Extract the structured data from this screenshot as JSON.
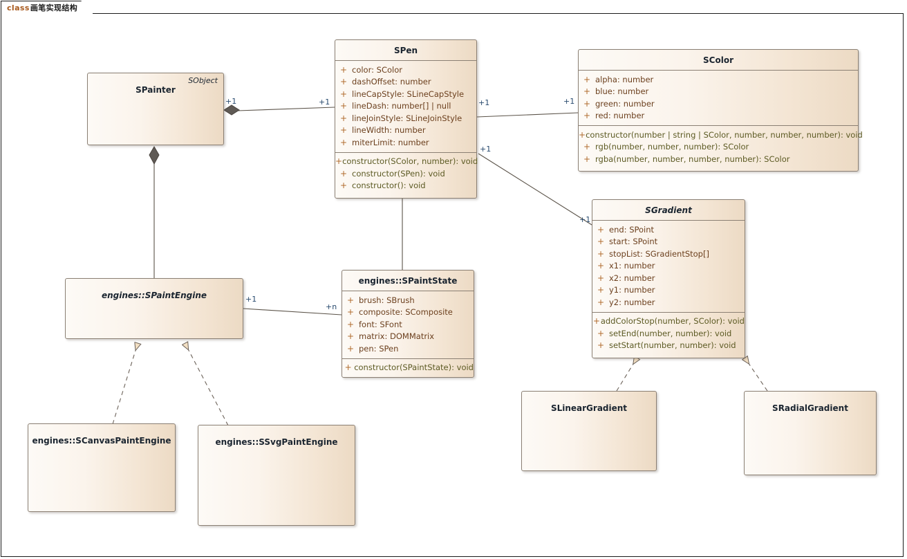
{
  "diagram": {
    "tab_keyword": "class",
    "tab_title": "画笔实现结构",
    "colors": {
      "box_fill_left": "#fdfaf6",
      "box_fill_right": "#ecdac4",
      "box_border": "#8a7f73",
      "attr_text": "#6b3f1d",
      "op_text": "#5c5a23",
      "visibility": "#b06a2c",
      "title_text": "#1b2530",
      "multiplicity": "#27496d",
      "connector": "#5a5248",
      "diamond_fill": "#5f5a55",
      "triangle_fill": "#f2dfc3"
    }
  },
  "classes": {
    "spainter": {
      "name": "SPainter",
      "stereotype": "SObject",
      "abstract": false,
      "attributes": [],
      "operations": []
    },
    "spen": {
      "name": "SPen",
      "abstract": false,
      "attributes": [
        {
          "vis": "+",
          "text": "color: SColor"
        },
        {
          "vis": "+",
          "text": "dashOffset: number"
        },
        {
          "vis": "+",
          "text": "lineCapStyle: SLineCapStyle"
        },
        {
          "vis": "+",
          "text": "lineDash: number[] | null"
        },
        {
          "vis": "+",
          "text": "lineJoinStyle: SLineJoinStyle"
        },
        {
          "vis": "+",
          "text": "lineWidth: number"
        },
        {
          "vis": "+",
          "text": "miterLimit: number"
        }
      ],
      "operations": [
        {
          "vis": "+",
          "text": "constructor(SColor, number): void"
        },
        {
          "vis": "+",
          "text": "constructor(SPen): void"
        },
        {
          "vis": "+",
          "text": "constructor(): void"
        }
      ]
    },
    "scolor": {
      "name": "SColor",
      "abstract": false,
      "attributes": [
        {
          "vis": "+",
          "text": "alpha: number"
        },
        {
          "vis": "+",
          "text": "blue: number"
        },
        {
          "vis": "+",
          "text": "green: number"
        },
        {
          "vis": "+",
          "text": "red: number"
        }
      ],
      "operations": [
        {
          "vis": "+",
          "text": "constructor(number | string | SColor, number, number, number): void"
        },
        {
          "vis": "+",
          "text": "rgb(number, number, number): SColor"
        },
        {
          "vis": "+",
          "text": "rgba(number, number, number, number): SColor"
        }
      ]
    },
    "sgradient": {
      "name": "SGradient",
      "abstract": true,
      "attributes": [
        {
          "vis": "+",
          "text": "end: SPoint"
        },
        {
          "vis": "+",
          "text": "start: SPoint"
        },
        {
          "vis": "+",
          "text": "stopList: SGradientStop[]"
        },
        {
          "vis": "+",
          "text": "x1: number"
        },
        {
          "vis": "+",
          "text": "x2: number"
        },
        {
          "vis": "+",
          "text": "y1: number"
        },
        {
          "vis": "+",
          "text": "y2: number"
        }
      ],
      "operations": [
        {
          "vis": "+",
          "text": "addColorStop(number, SColor): void"
        },
        {
          "vis": "+",
          "text": "setEnd(number, number): void"
        },
        {
          "vis": "+",
          "text": "setStart(number, number): void"
        }
      ]
    },
    "spaintengine": {
      "name": "engines::SPaintEngine",
      "abstract": true,
      "attributes": [],
      "operations": []
    },
    "spaintstate": {
      "name": "engines::SPaintState",
      "abstract": false,
      "attributes": [
        {
          "vis": "+",
          "text": "brush: SBrush"
        },
        {
          "vis": "+",
          "text": "composite: SComposite"
        },
        {
          "vis": "+",
          "text": "font: SFont"
        },
        {
          "vis": "+",
          "text": "matrix: DOMMatrix"
        },
        {
          "vis": "+",
          "text": "pen: SPen"
        }
      ],
      "operations": [
        {
          "vis": "+",
          "text": "constructor(SPaintState): void"
        }
      ]
    },
    "scanvaspaintengine": {
      "name": "engines::SCanvasPaintEngine",
      "abstract": false,
      "attributes": [],
      "operations": []
    },
    "ssvgpaintengine": {
      "name": "engines::SSvgPaintEngine",
      "abstract": false,
      "attributes": [],
      "operations": []
    },
    "slineargradient": {
      "name": "SLinearGradient",
      "abstract": false,
      "attributes": [],
      "operations": []
    },
    "sradialgradient": {
      "name": "SRadialGradient",
      "abstract": false,
      "attributes": [],
      "operations": []
    }
  },
  "multiplicities": {
    "painter_pen_source": "+1",
    "painter_pen_target": "+1",
    "pen_color_source": "+1",
    "pen_color_target": "+1",
    "pen_gradient_source": "+1",
    "pen_gradient_target": "+1",
    "engine_state_source": "+1",
    "engine_state_target": "+n"
  },
  "relations": [
    {
      "from": "SPainter",
      "to": "SPen",
      "type": "composition"
    },
    {
      "from": "SPainter",
      "to": "engines::SPaintEngine",
      "type": "composition"
    },
    {
      "from": "SPen",
      "to": "SColor",
      "type": "association"
    },
    {
      "from": "SPen",
      "to": "SGradient",
      "type": "association"
    },
    {
      "from": "SPen",
      "to": "engines::SPaintState",
      "type": "association"
    },
    {
      "from": "engines::SPaintEngine",
      "to": "engines::SPaintState",
      "type": "association"
    },
    {
      "from": "engines::SCanvasPaintEngine",
      "to": "engines::SPaintEngine",
      "type": "realization"
    },
    {
      "from": "engines::SSvgPaintEngine",
      "to": "engines::SPaintEngine",
      "type": "realization"
    },
    {
      "from": "SLinearGradient",
      "to": "SGradient",
      "type": "realization"
    },
    {
      "from": "SRadialGradient",
      "to": "SGradient",
      "type": "realization"
    }
  ]
}
